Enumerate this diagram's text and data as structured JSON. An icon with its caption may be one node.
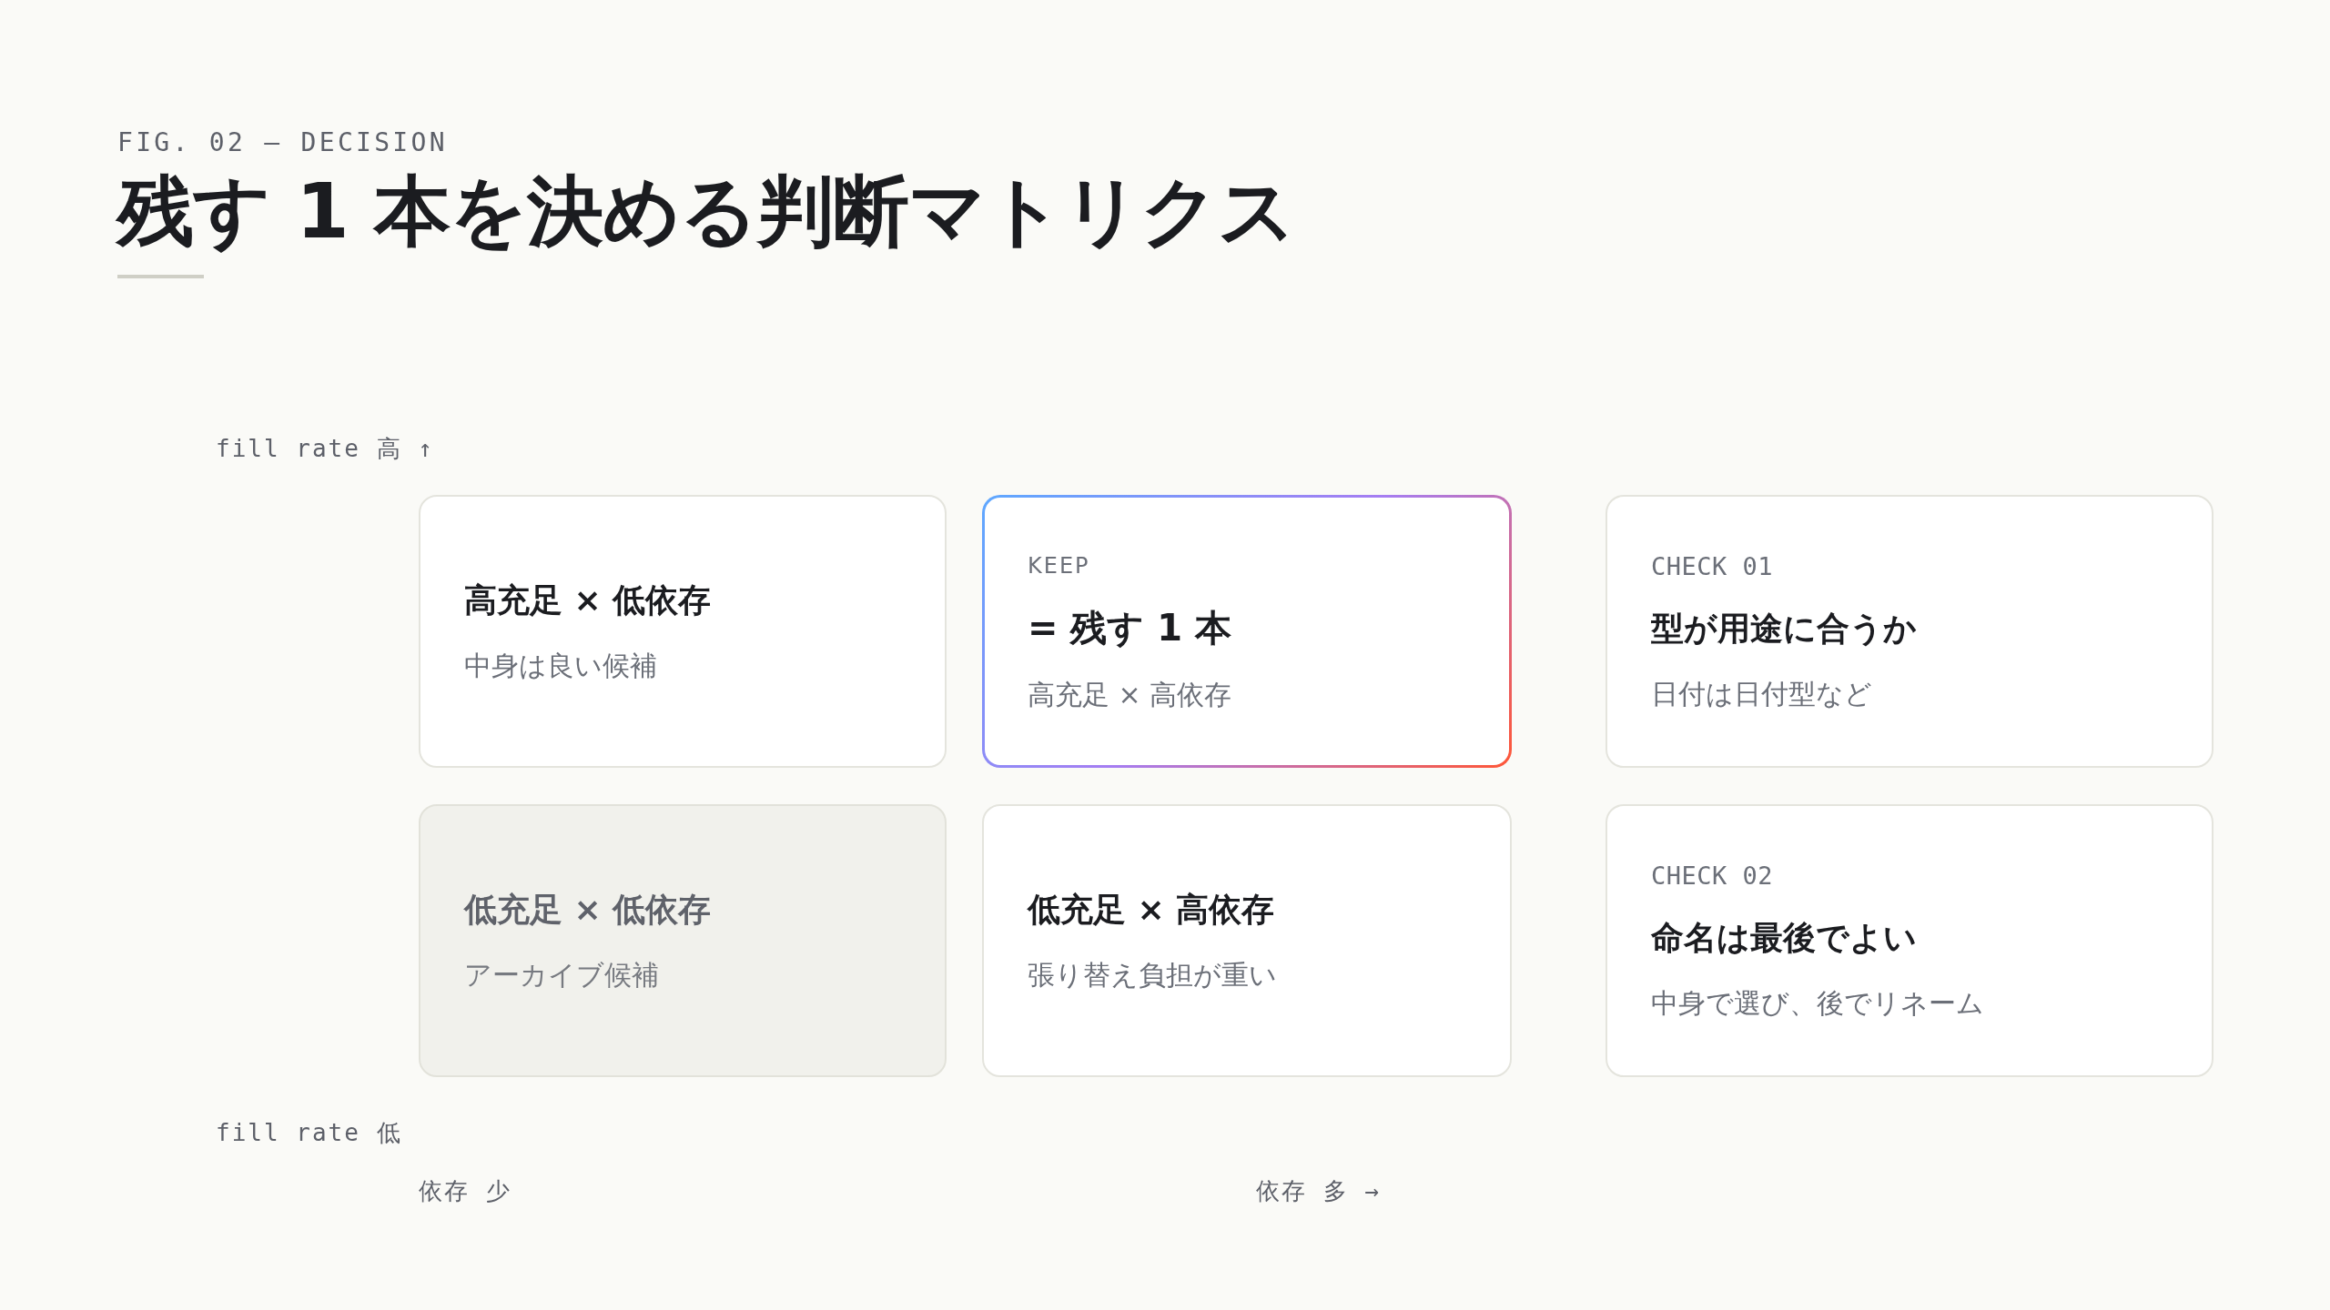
{
  "diagram": {
    "title": "残す 1 本を決める判断マトリクス",
    "nodes": [
      {
        "text": [
          "高充足 × 低依存",
          "中身は良い候補"
        ]
      },
      {
        "text": [
          "KEEP",
          "= 残す 1 本",
          "高充足 × 高依存"
        ]
      },
      {
        "text": [
          "CHECK 01",
          "型が用途に合うか",
          "日付は日付型など"
        ]
      },
      {
        "text": [
          "低充足 × 低依存",
          "アーカイブ候補"
        ]
      },
      {
        "text": [
          "低充足 × 高依存",
          "張り替え負担が重い"
        ]
      },
      {
        "text": [
          "CHECK 02",
          "命名は最後でよい",
          "中身で選び、後でリネーム"
        ]
      }
    ],
    "labels": [
      "FIG. 02 — DECISION",
      "fill rate 高 ↑",
      "fill rate 低",
      "依存 少",
      "依存 多 →"
    ]
  }
}
